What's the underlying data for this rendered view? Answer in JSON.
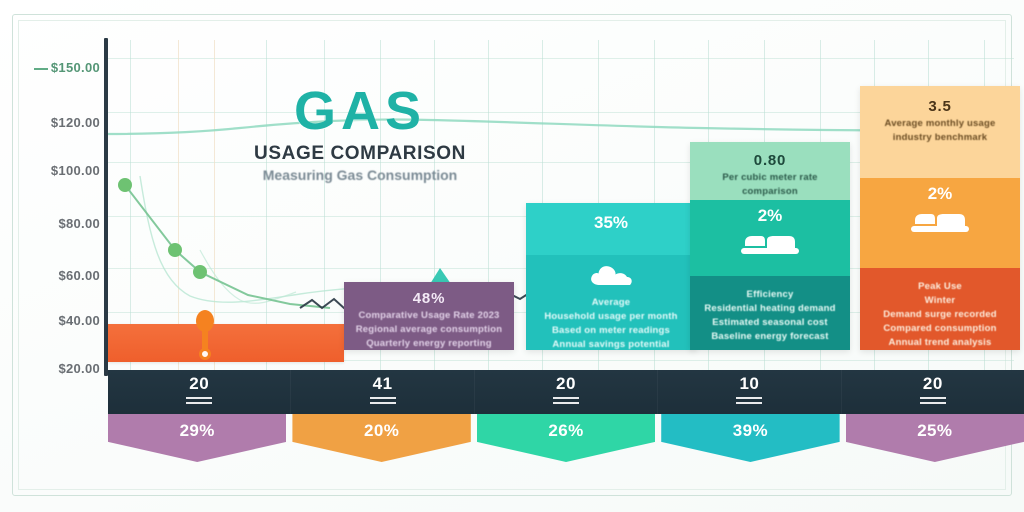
{
  "header": {
    "title": "GAS",
    "subtitle": "USAGE COMPARISON",
    "caption": "Measuring Gas Consumption"
  },
  "axis": {
    "y_ticks": [
      "$150.00",
      "$120.00",
      "$100.00",
      "$80.00",
      "$60.00",
      "$40.00",
      "$20.00"
    ]
  },
  "cards": [
    {
      "id": "purple",
      "title": "48%",
      "pct": "",
      "icon": "",
      "lines": [
        "Comparative Usage Rate 2023",
        "Regional average consumption",
        "Quarterly energy reporting"
      ],
      "color": "#7d5b85"
    },
    {
      "id": "teal",
      "title": "",
      "pct": "35%",
      "icon": "cloud-icon",
      "lines": [
        "Average",
        "Household usage per month",
        "Based on meter readings",
        "Annual savings potential"
      ],
      "color": "#22c1bb"
    },
    {
      "id": "green",
      "title": "0.80",
      "pct": "2%",
      "icon": "bed-icon",
      "lines": [
        "Per cubic meter rate",
        "comparison",
        "Efficiency",
        "Residential heating demand",
        "Estimated seasonal cost",
        "Baseline energy forecast"
      ],
      "color": "#1cbfa2"
    },
    {
      "id": "orange",
      "title": "3.5",
      "pct": "2%",
      "icon": "bed-icon",
      "lines": [
        "Average monthly usage",
        "industry benchmark",
        "Peak Use",
        "Winter",
        "Demand surge recorded",
        "Compared consumption",
        "Annual trend analysis"
      ],
      "color": "#e2582b"
    }
  ],
  "stat_bar": {
    "cells": [
      {
        "value": "20"
      },
      {
        "value": "41"
      },
      {
        "value": "20"
      },
      {
        "value": "10"
      },
      {
        "value": "20"
      }
    ]
  },
  "tabs": [
    {
      "label": "29%",
      "color": "#b07cac"
    },
    {
      "label": "20%",
      "color": "#f0a144"
    },
    {
      "label": "26%",
      "color": "#2fd6a6"
    },
    {
      "label": "39%",
      "color": "#23bdc4"
    },
    {
      "label": "25%",
      "color": "#b07cac"
    }
  ],
  "colors": {
    "accent_teal": "#1fb2a6",
    "accent_orange": "#ef5f2c",
    "axis": "#2b3a45",
    "grid": "#bfe1d6",
    "line_green": "#6ec08d",
    "line_dark": "#2b3a45"
  }
}
